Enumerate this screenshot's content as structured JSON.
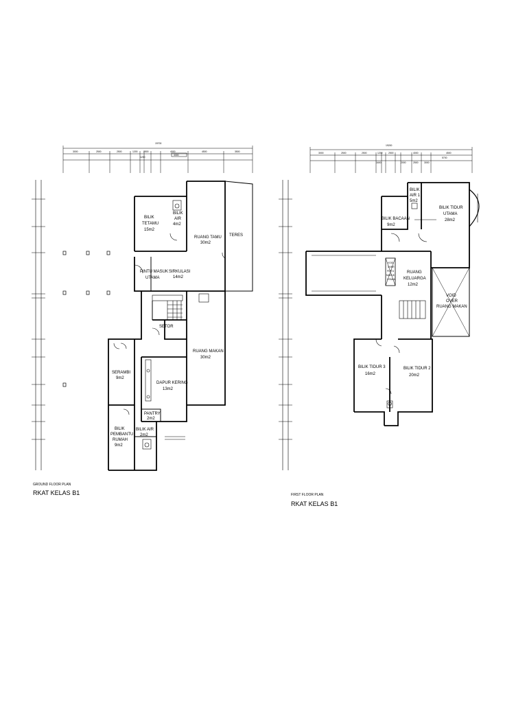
{
  "ground_floor": {
    "caption": "GROUND FLOOR PLAN",
    "title": "RKAT KELAS B1",
    "overall_dim": "19700",
    "dims_top": [
      "3000",
      "2500",
      "2500",
      "1200",
      "2500",
      "4000",
      "4500",
      "3500"
    ],
    "dims_sub": [
      "1200",
      "3300"
    ],
    "rooms": {
      "bilik_tetamu": [
        "BILIK",
        "TETAMU",
        "15m2"
      ],
      "bilik_air_1": [
        "BILIK",
        "AIR",
        "4m2"
      ],
      "ruang_tamu": [
        "RUANG TAMU",
        "30m2"
      ],
      "teres": [
        "TERES"
      ],
      "pintu_masuk": [
        "PINTU MASUK",
        "UTAMA"
      ],
      "sirkulasi": [
        "SIRKULASI",
        "14m2"
      ],
      "setor": [
        "SETOR"
      ],
      "ruang_makan": [
        "RUANG MAKAN",
        "30m2"
      ],
      "serambi": [
        "SERAMBI",
        "9m2"
      ],
      "dapur_kering": [
        "DAPUR KERING",
        "13m2"
      ],
      "pantry": [
        "PANTRY",
        "2m2"
      ],
      "bilik_pembantu": [
        "BILIK",
        "PEMBANTU",
        "RUMAH",
        "9m2"
      ],
      "bilik_air_2": [
        "BILIK AIR",
        "2m2"
      ]
    }
  },
  "first_floor": {
    "caption": "FIRST FLOOR PLAN",
    "title": "RKAT KELAS B1",
    "overall_dim": "19200",
    "dims_top": [
      "3000",
      "2500",
      "2500",
      "1200",
      "2500",
      "4000",
      "4500"
    ],
    "dims_sub": [
      "1600",
      "2000",
      "2500",
      "3000"
    ],
    "dims_side": [
      "5700"
    ],
    "rooms": {
      "bilik_air": [
        "BILIK",
        "AIR 1",
        "5m2"
      ],
      "bilik_tidur_utama": [
        "BILIK TIDUR",
        "UTAMA",
        "28m2"
      ],
      "bilik_bacaan": [
        "BILIK BACAAN",
        "9m2"
      ],
      "void_ruang_makan_small": [
        "VOID",
        "OVER",
        "PINTU",
        "MASUK",
        "UTAMA"
      ],
      "ruang_keluarga": [
        "RUANG",
        "KELUARGA",
        "12m2"
      ],
      "void_ruang_makan": [
        "VOID",
        "OVER",
        "RUANG MAKAN"
      ],
      "bilik_tidur_3": [
        "BILIK TIDUR 3",
        "16m2"
      ],
      "bilik_tidur_2": [
        "BILIK TIDUR 2",
        "20m2"
      ]
    }
  }
}
